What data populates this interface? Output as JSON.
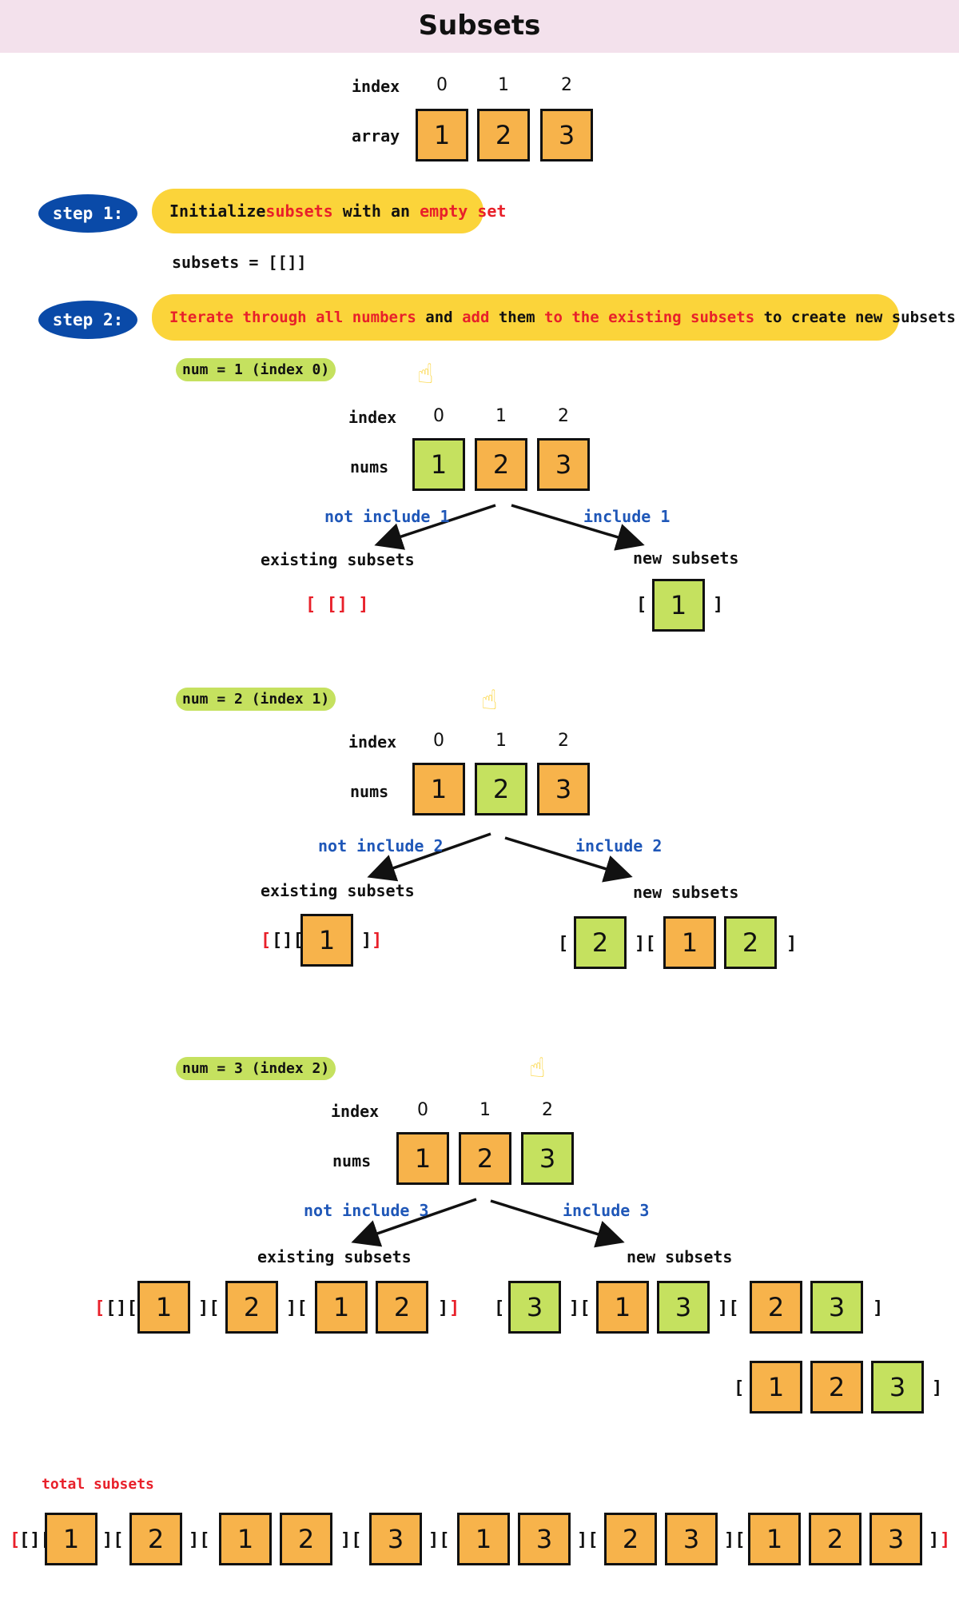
{
  "title": "Subsets",
  "intro": {
    "index_label": "index",
    "array_label": "array",
    "indices": [
      "0",
      "1",
      "2"
    ],
    "values": [
      "1",
      "2",
      "3"
    ]
  },
  "step1": {
    "badge": "step 1:",
    "parts": [
      {
        "t": "Initialize ",
        "red": false
      },
      {
        "t": "subsets",
        "red": true
      },
      {
        "t": " with an ",
        "red": false
      },
      {
        "t": "empty set",
        "red": true
      }
    ],
    "code": "subsets = [[]]"
  },
  "step2": {
    "badge": "step 2:",
    "parts": [
      {
        "t": "Iterate through all numbers",
        "red": true
      },
      {
        "t": " and ",
        "red": false
      },
      {
        "t": "add",
        "red": true
      },
      {
        "t": " them ",
        "red": false
      },
      {
        "t": "to the existing subsets",
        "red": true
      },
      {
        "t": " to create new subsets",
        "red": false
      }
    ]
  },
  "iterations": [
    {
      "pill": "num = 1 (index 0)",
      "index_label": "index",
      "nums_label": "nums",
      "not_include": "not include 1",
      "include": "include 1",
      "existing_label": "existing subsets",
      "new_label": "new subsets",
      "existing_text": "[ [] ]"
    },
    {
      "pill": "num = 2 (index 1)",
      "index_label": "index",
      "nums_label": "nums",
      "not_include": "not include 2",
      "include": "include 2",
      "existing_label": "existing subsets",
      "new_label": "new subsets"
    },
    {
      "pill": "num = 3 (index 2)",
      "index_label": "index",
      "nums_label": "nums",
      "not_include": "not include 3",
      "include": "include 3",
      "existing_label": "existing subsets",
      "new_label": "new subsets"
    }
  ],
  "total_label": "total subsets",
  "colors": {
    "orange": "#f7b34b",
    "green": "#c5e15f",
    "yellow": "#fbd43a",
    "blue": "#0a4aa8",
    "red": "#e8202a",
    "header": "#f3e1ec"
  },
  "icons": {
    "pointer": "pointing-hand-icon"
  }
}
